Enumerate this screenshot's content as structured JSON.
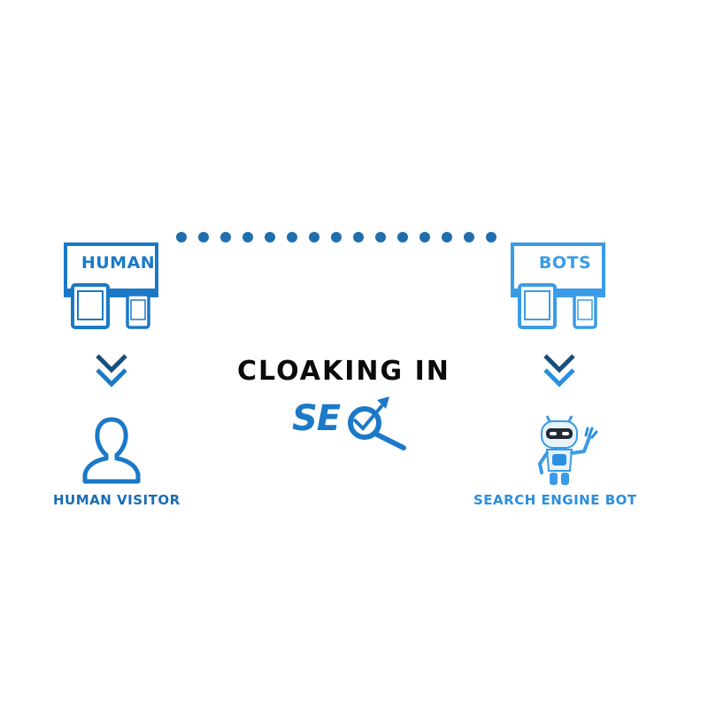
{
  "colors": {
    "primary_blue": "#1b79c7",
    "light_blue": "#3a9be6",
    "dot_blue": "#1f6fae",
    "dark_text": "#0a0a0a"
  },
  "left": {
    "screen_label": "HUMAN",
    "caption": "HUMAN VISITOR",
    "icon": "person-outline-icon"
  },
  "right": {
    "screen_label": "BOTS",
    "caption": "SEARCH ENGINE BOT",
    "icon": "robot-waving-icon"
  },
  "center": {
    "title": "CLOAKING IN",
    "seo_text": "SE",
    "seo_icon": "magnifier-growth-arrow-icon"
  },
  "connector": {
    "dot_count": 15
  }
}
